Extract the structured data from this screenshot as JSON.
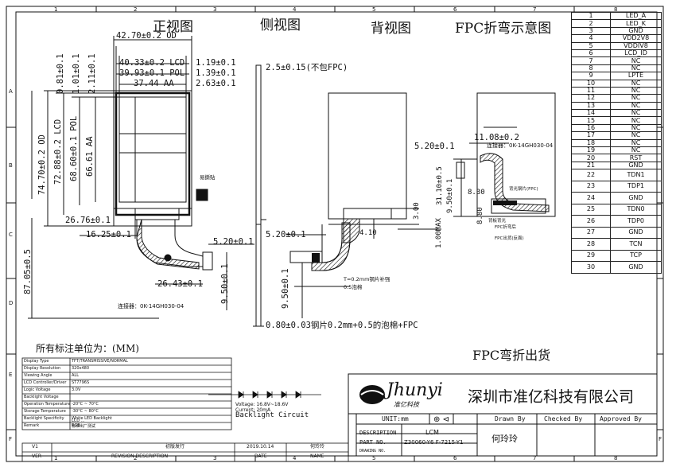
{
  "frame": {
    "cols_top": [
      "1",
      "2",
      "3",
      "4",
      "5",
      "6",
      "7",
      "8"
    ],
    "cols_bottom": [
      "1",
      "2",
      "3",
      "4",
      "5",
      "6",
      "7",
      "8"
    ],
    "rows": [
      "A",
      "B",
      "C",
      "D",
      "E",
      "F"
    ]
  },
  "views": {
    "front": "正视图",
    "side": "侧视图",
    "back": "背视图",
    "fpc": "FPC折弯示意图"
  },
  "front_dims": {
    "outline_w": "42.70±0.2 OD",
    "lcd_w": "40.33±0.2 LCD",
    "pol_w": "39.93±0.1 POL",
    "aa_w": "37.44 AA",
    "r1": "1.19±0.1",
    "r2": "1.39±0.1",
    "r3": "2.63±0.1",
    "v_od": "74.70±0.2 OD",
    "v_lcd": "72.88±0.2 LCD",
    "v_pol": "68.60±0.1 POL",
    "v_aa": "66.61 AA",
    "v1": "0.81±0.1",
    "v2": "1.01±0.1",
    "v3": "2.11±0.1",
    "total": "87.05±0.5",
    "d1": "26.76±0.1",
    "d2": "16.25±0.1",
    "d3": "5.20±0.1",
    "d4": "26.43±0.1",
    "d5": "9.50±0.1",
    "connector": "连接器：0K-14GH030-04",
    "tape_label": "易撕贴"
  },
  "side_dims": {
    "thickness": "2.5±0.15(不包FPC)",
    "d1": "5.20±0.1",
    "d2": "9.50±0.1",
    "note1": "T=0.2mm钢片补强",
    "note2": "0.5泡棉",
    "bottom": "0.80±0.03钢片0.2mm+0.5的泡棉+FPC"
  },
  "back_dims": {
    "d1": "3.00",
    "d2": "4.10",
    "d3": "1.00MAX"
  },
  "fpc_dims": {
    "d1": "11.08±0.2",
    "d2": "5.20±0.1",
    "connector": "连接器：0K-14GH030-04",
    "d3": "31.10±0.5",
    "d4": "9.50±0.1",
    "d5": "8.30",
    "d6": "8.80",
    "note1": "背光钢片(FPC)",
    "note2": "背板背光",
    "note3": "FPC折弯后",
    "note4": "FPC出货(反面)"
  },
  "shipping": "FPC弯折出货",
  "spec": {
    "unit_note": "所有标注单位为：(MM)",
    "rows": [
      [
        "Display Type",
        "TFT/TRANSMISSIVE/NORMAL"
      ],
      [
        "Display Resolution",
        "320x480"
      ],
      [
        "Viewing Angle",
        "ALL"
      ],
      [
        "LCD Controller/Driver",
        "ST7796S"
      ],
      [
        "Logic Voltage",
        "3.0V"
      ],
      [
        "Backlight Voltage",
        ""
      ],
      [
        "Operation Temperature",
        "-20°C ~ 70°C"
      ],
      [
        "Storage Temperature",
        "-30°C ~ 80°C"
      ],
      [
        "Backlight Specificity",
        "White LED Backlight"
      ],
      [
        "Remark",
        "RGB"
      ]
    ],
    "extra1": "LCD ...",
    "extra2": "标准出厂测试"
  },
  "backlight": {
    "voltage": "Voltage: 16.8V~18.6V",
    "current": "Current: 20mA",
    "title": "Backlight Circuit"
  },
  "revision": {
    "version": "V1",
    "desc": "初版发行",
    "date": "2019.10.14",
    "name": "何玲玲",
    "h_ver": "VER",
    "h_desc": "REVISION DESCRIPTION",
    "h_date": "DATE",
    "h_name": "NAME"
  },
  "title_block": {
    "logo": "Jhunyi",
    "logo_cn": "准亿科技",
    "company": "深圳市准亿科技有限公司",
    "unit_label": "UNIT:mm",
    "drawn_by": "Drawn By",
    "checked_by": "Checked By",
    "approved_by": "Approved By",
    "description_label": "DESCRIPTION",
    "description": "LCM",
    "part_no_label": "PART NO.",
    "part_no": "Z30060-Y6 F-7215-Y1",
    "drawing_no_label": "DRAWING NO.",
    "drawer": "何玲玲"
  },
  "pins": [
    [
      "1",
      "LED_A"
    ],
    [
      "2",
      "LED_K"
    ],
    [
      "3",
      "GND"
    ],
    [
      "4",
      "VDD2V8"
    ],
    [
      "5",
      "VDDIV8"
    ],
    [
      "6",
      "LCD_ID"
    ],
    [
      "7",
      "NC"
    ],
    [
      "8",
      "NC"
    ],
    [
      "9",
      "LPTE"
    ],
    [
      "10",
      "NC"
    ],
    [
      "11",
      "NC"
    ],
    [
      "12",
      "NC"
    ],
    [
      "13",
      "NC"
    ],
    [
      "14",
      "NC"
    ],
    [
      "15",
      "NC"
    ],
    [
      "16",
      "NC"
    ],
    [
      "17",
      "NC"
    ],
    [
      "18",
      "NC"
    ],
    [
      "19",
      "NC"
    ],
    [
      "20",
      "RST"
    ],
    [
      "21",
      "GND"
    ],
    [
      "22",
      "TDN1"
    ],
    [
      "23",
      "TDP1"
    ],
    [
      "24",
      "GND"
    ],
    [
      "25",
      "TDN0"
    ],
    [
      "26",
      "TDP0"
    ],
    [
      "27",
      "GND"
    ],
    [
      "28",
      "TCN"
    ],
    [
      "29",
      "TCP"
    ],
    [
      "30",
      "GND"
    ]
  ]
}
